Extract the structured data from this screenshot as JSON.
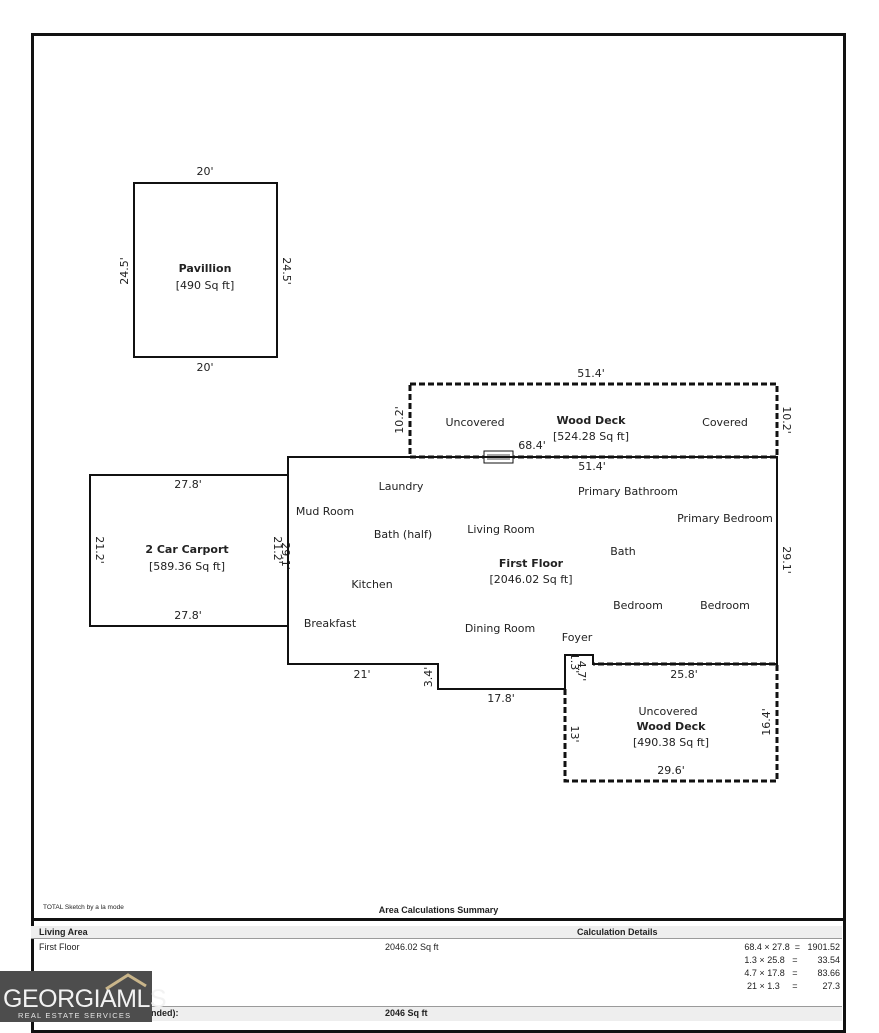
{
  "sketch": {
    "pavillion": {
      "name": "Pavillion",
      "area": "[490 Sq ft]",
      "dims": {
        "top": "20'",
        "bottom": "20'",
        "left": "24.5'",
        "right": "24.5'"
      }
    },
    "carport": {
      "name": "2 Car Carport",
      "area": "[589.36 Sq ft]",
      "dims": {
        "top": "27.8'",
        "bottom": "27.8'",
        "left": "21.2'",
        "right": "21.2'",
        "right_overlap": "29.1'"
      }
    },
    "deck_upper": {
      "name": "Wood Deck",
      "area": "[524.28 Sq ft]",
      "left_note": "Uncovered",
      "right_note": "Covered",
      "dims": {
        "top": "51.4'",
        "left": "10.2'",
        "right": "10.2'",
        "inner": "68.4'"
      }
    },
    "first_floor": {
      "name": "First Floor",
      "area": "[2046.02 Sq ft]",
      "dims": {
        "top": "51.4'",
        "right": "29.1'",
        "bottom_left": "21'",
        "step": "3.4'",
        "bottom_mid": "17.8'",
        "notch_a": "1.3'",
        "notch_b": "4.7'",
        "bottom_right": "25.8'"
      },
      "rooms": [
        "Laundry",
        "Mud Room",
        "Bath (half)",
        "Living Room",
        "Primary Bathroom",
        "Primary Bedroom",
        "Bath",
        "Kitchen",
        "Breakfast",
        "Dining Room",
        "Foyer",
        "Bedroom",
        "Bedroom"
      ]
    },
    "deck_lower": {
      "name": "Wood Deck",
      "area": "[490.38 Sq ft]",
      "note": "Uncovered",
      "dims": {
        "left": "13'",
        "right": "16.4'",
        "bottom": "29.6'"
      }
    }
  },
  "credit": "TOTAL Sketch by a la mode",
  "summary": {
    "title": "Area Calculations Summary",
    "header_left": "Living Area",
    "header_right": "Calculation Details",
    "row_label": "First Floor",
    "row_value": "2046.02 Sq ft",
    "calcs": [
      "68.4 × 27.8  =   1901.52",
      "1.3 × 25.8   =        33.54",
      "4.7 × 17.8   =        83.66",
      "21 × 1.3     =          27.3"
    ],
    "total_label": "nded):",
    "total_value": "2046 Sq ft"
  },
  "logo": {
    "name": "GEORGIAMLS",
    "sub": "REAL ESTATE SERVICES"
  }
}
